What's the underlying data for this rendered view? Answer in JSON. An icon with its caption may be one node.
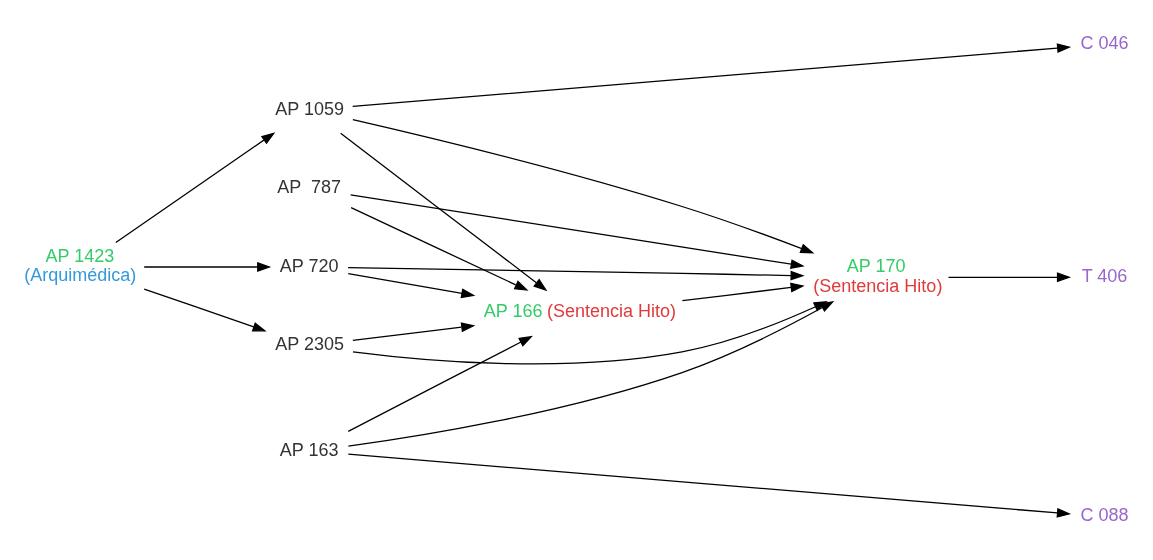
{
  "diagram": {
    "nodes": [
      {
        "text": [
          "AP 720"
        ]
      },
      {
        "text": [
          "AP 166",
          "(Sentencia Hito)"
        ]
      },
      {
        "text": [
          "AP 1059"
        ]
      },
      {
        "text": [
          "AP 1423",
          "(Arquimédica)"
        ]
      },
      {
        "text": [
          "T 406"
        ]
      },
      {
        "text": [
          "AP 2305"
        ]
      },
      {
        "text": [
          "AP 170",
          "(Sentencia Hito)"
        ]
      },
      {
        "text": [
          "C 046"
        ]
      },
      {
        "text": [
          "AP  787"
        ]
      },
      {
        "text": [
          "AP 163"
        ]
      },
      {
        "text": [
          "C 088"
        ]
      }
    ],
    "edges": [
      {
        "from": 3,
        "to": 0,
        "arrow": "to"
      },
      {
        "from": 3,
        "to": 2,
        "arrow": "to"
      },
      {
        "from": 3,
        "to": 5,
        "arrow": "to"
      },
      {
        "from": 0,
        "to": 1,
        "arrow": "to"
      },
      {
        "from": 0,
        "to": 6,
        "arrow": "to"
      },
      {
        "from": 2,
        "to": 1,
        "arrow": "to"
      },
      {
        "from": 2,
        "to": 6,
        "arrow": "to"
      },
      {
        "from": 2,
        "to": 7,
        "arrow": "to"
      },
      {
        "from": 5,
        "to": 1,
        "arrow": "to"
      },
      {
        "from": 5,
        "to": 6,
        "arrow": "to"
      },
      {
        "from": 8,
        "to": 1,
        "arrow": "to"
      },
      {
        "from": 8,
        "to": 6,
        "arrow": "to"
      },
      {
        "from": 9,
        "to": 1,
        "arrow": "to"
      },
      {
        "from": 9,
        "to": 6,
        "arrow": "to"
      },
      {
        "from": 9,
        "to": 10,
        "arrow": "to"
      },
      {
        "from": 1,
        "to": 6,
        "arrow": "to"
      },
      {
        "from": 6,
        "to": 4,
        "arrow": "to"
      }
    ]
  }
}
